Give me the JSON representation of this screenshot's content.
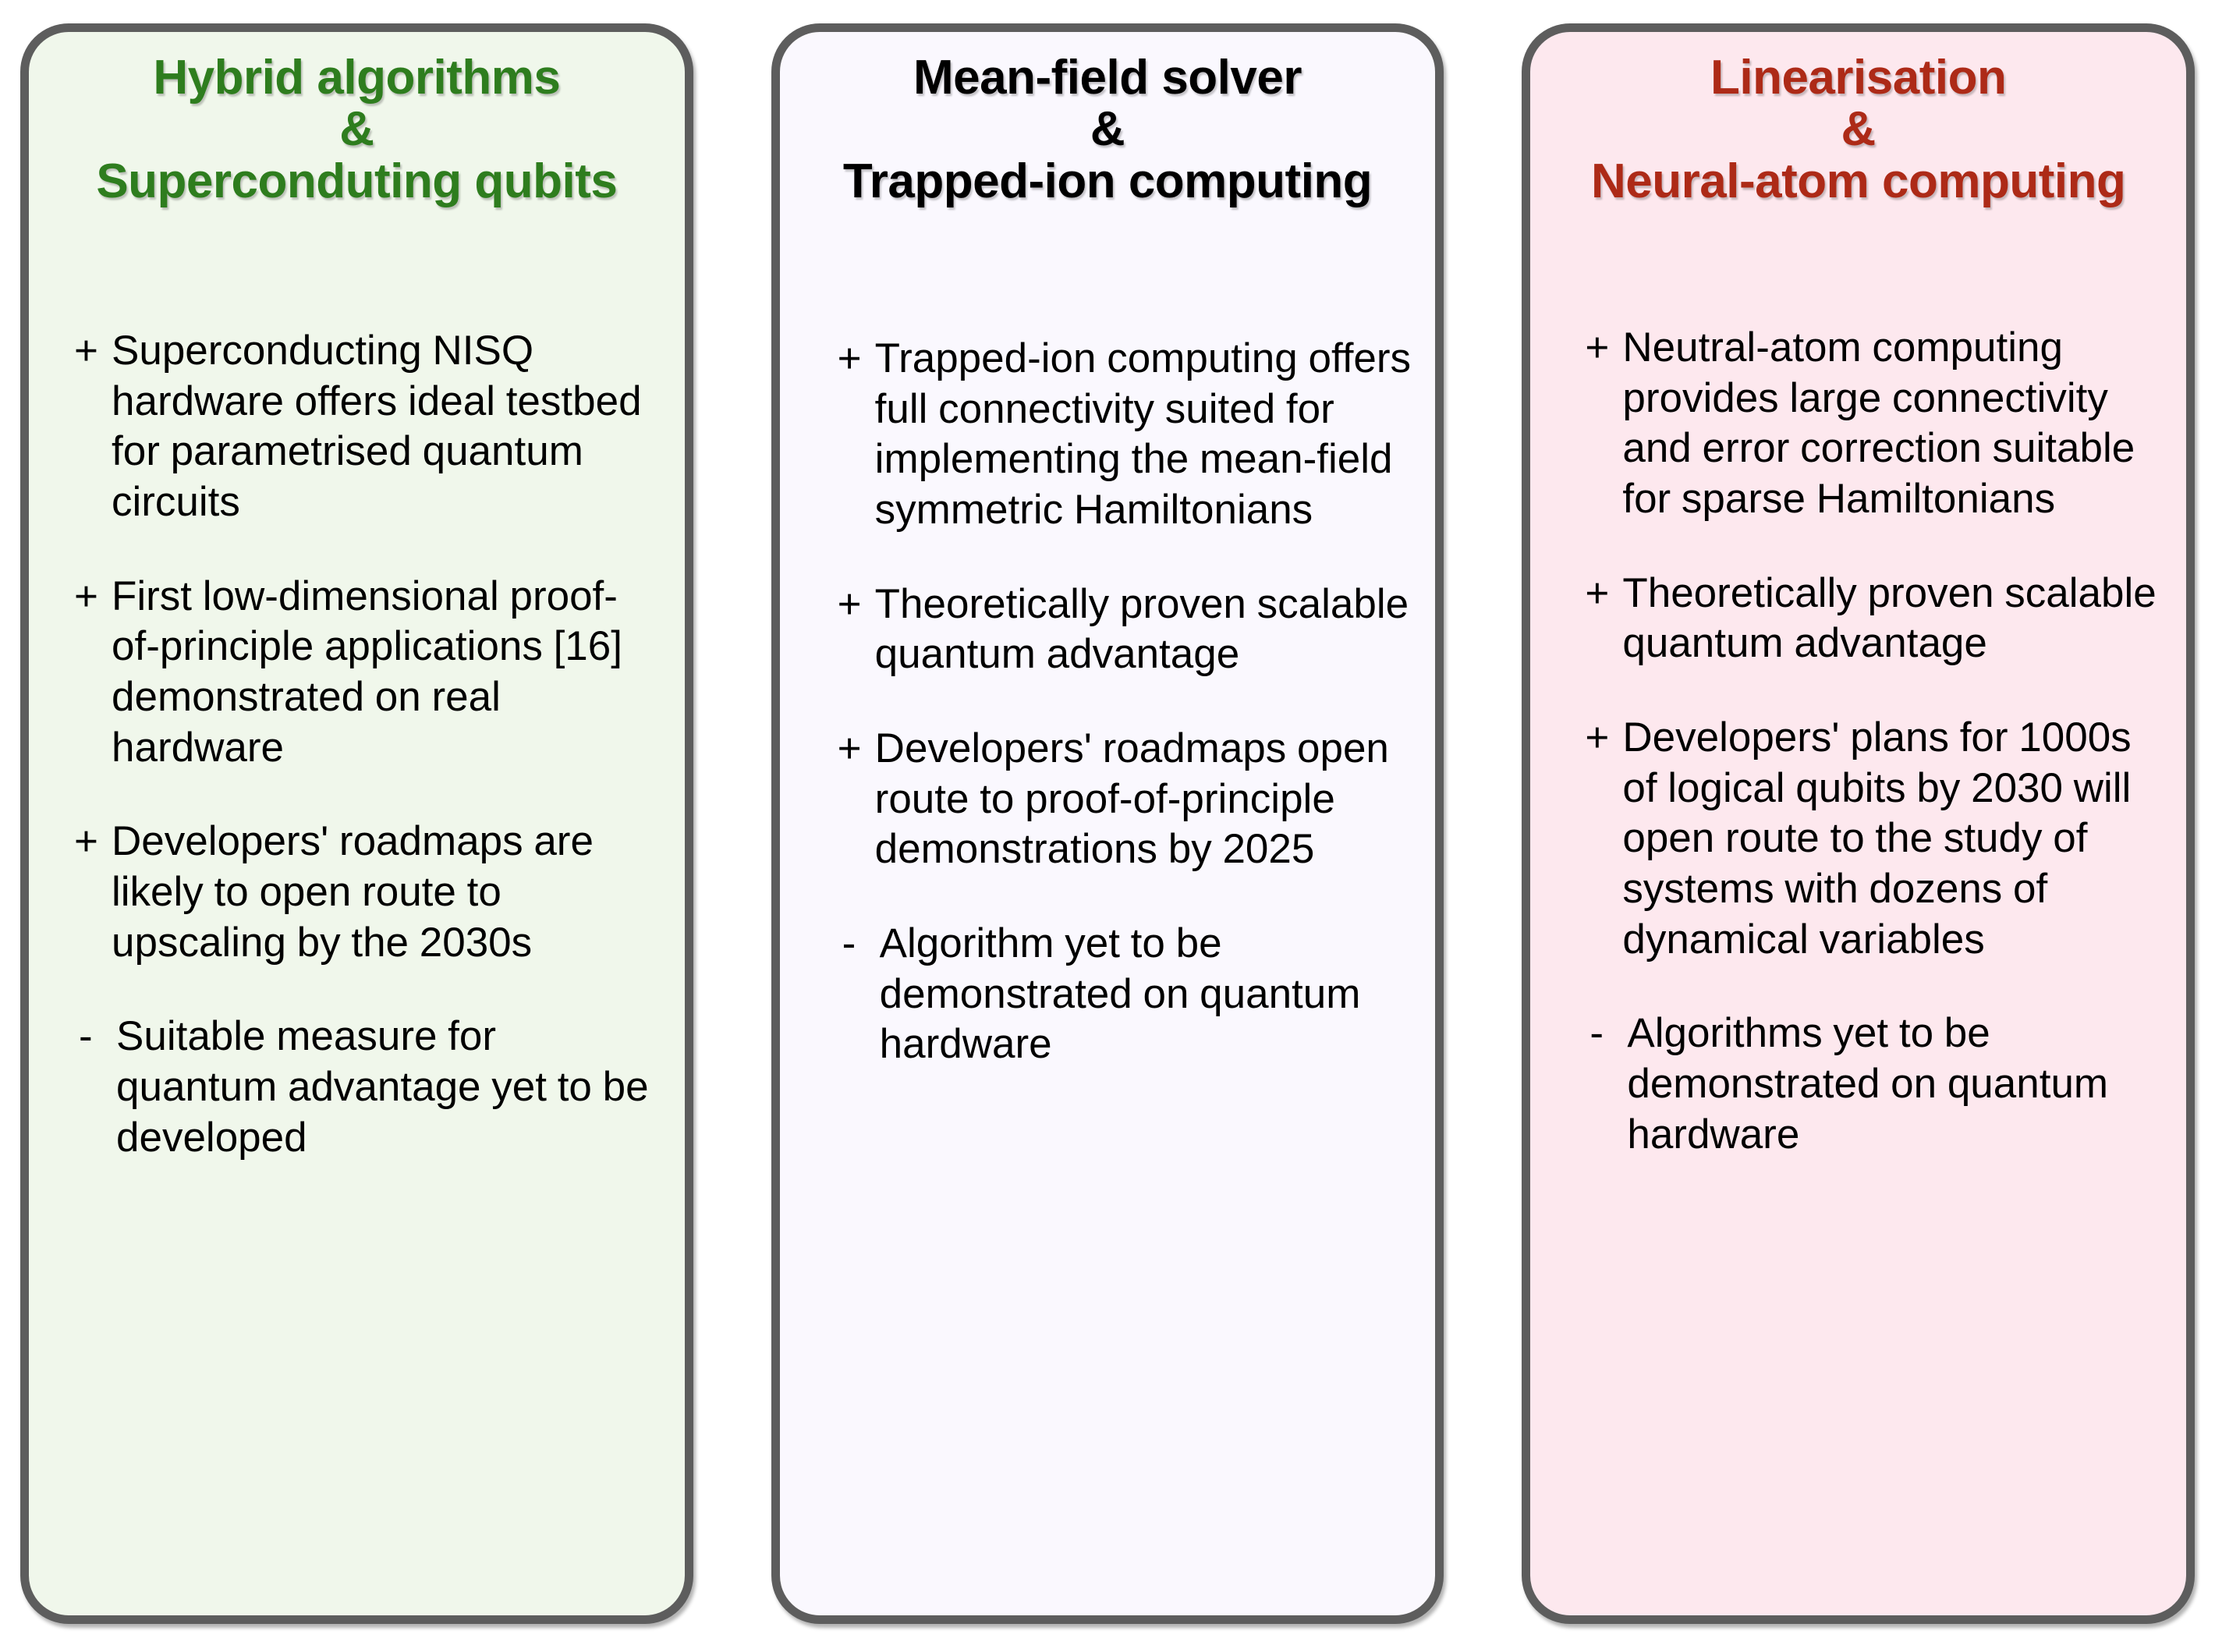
{
  "panels": [
    {
      "id": "hybrid-superconducting",
      "title": "Hybrid algorithms\n&\nSuperconduting qubits",
      "title_color": "#2e7d1e",
      "background_color": "#f0f7eb",
      "border_color": "#5d5d5d",
      "bullets": [
        {
          "marker": "+",
          "text": "Superconducting NISQ hardware offers ideal testbed for parametrised quantum circuits"
        },
        {
          "marker": "+",
          "text": "First low-dimensional proof-of-principle applications [16] demonstrated on real hardware"
        },
        {
          "marker": "+",
          "text": "Developers' roadmaps are likely to open route to upscaling by the 2030s"
        },
        {
          "marker": "-",
          "text": "Suitable measure for quantum advantage yet to be developed"
        }
      ]
    },
    {
      "id": "meanfield-trappedion",
      "title": "Mean-field solver\n&\nTrapped-ion computing",
      "title_color": "#000000",
      "background_color": "#faf8fe",
      "border_color": "#5d5d5d",
      "bullets": [
        {
          "marker": "+",
          "text": "Trapped-ion computing offers full connectivity suited for implementing the mean-field symmetric Hamiltonians"
        },
        {
          "marker": "+",
          "text": "Theoretically proven scalable quantum advantage"
        },
        {
          "marker": "+",
          "text": "Developers' roadmaps open route to proof-of-principle demonstrations by 2025"
        },
        {
          "marker": "-",
          "text": "Algorithm yet to be demonstrated on quantum hardware"
        }
      ]
    },
    {
      "id": "linearisation-neutralatom",
      "title": "Linearisation\n&\nNeural-atom computing",
      "title_color": "#ad2a17",
      "background_color": "#fde8ee",
      "border_color": "#5d5d5d",
      "bullets": [
        {
          "marker": "+",
          "text": "Neutral-atom computing provides large connectivity and error correction suitable for sparse Hamiltonians"
        },
        {
          "marker": "+",
          "text": "Theoretically proven scalable quantum advantage"
        },
        {
          "marker": "+",
          "text": "Developers' plans for 1000s of logical qubits by 2030 will open route to the study of systems with dozens of dynamical variables"
        },
        {
          "marker": "-",
          "text": "Algorithms yet to be demonstrated on quantum hardware"
        }
      ]
    }
  ]
}
